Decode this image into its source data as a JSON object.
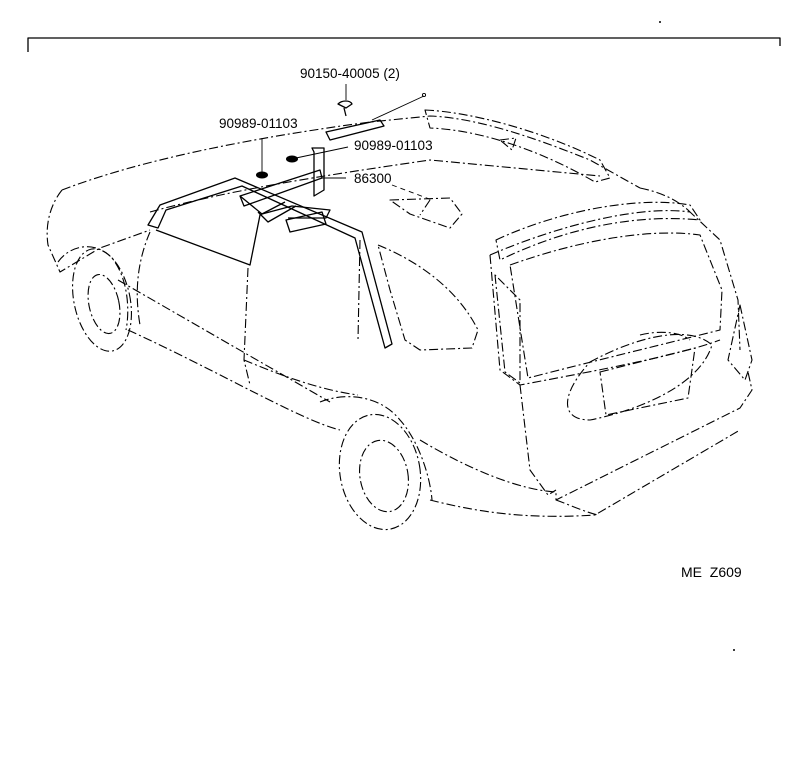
{
  "parts": [
    {
      "id": "screw",
      "label": "90150-40005 (2)"
    },
    {
      "id": "grommet-left",
      "label": "90989-01103"
    },
    {
      "id": "grommet-right",
      "label": "90989-01103"
    },
    {
      "id": "antenna",
      "label": "86300"
    }
  ],
  "diagram_code": "ME  Z609"
}
